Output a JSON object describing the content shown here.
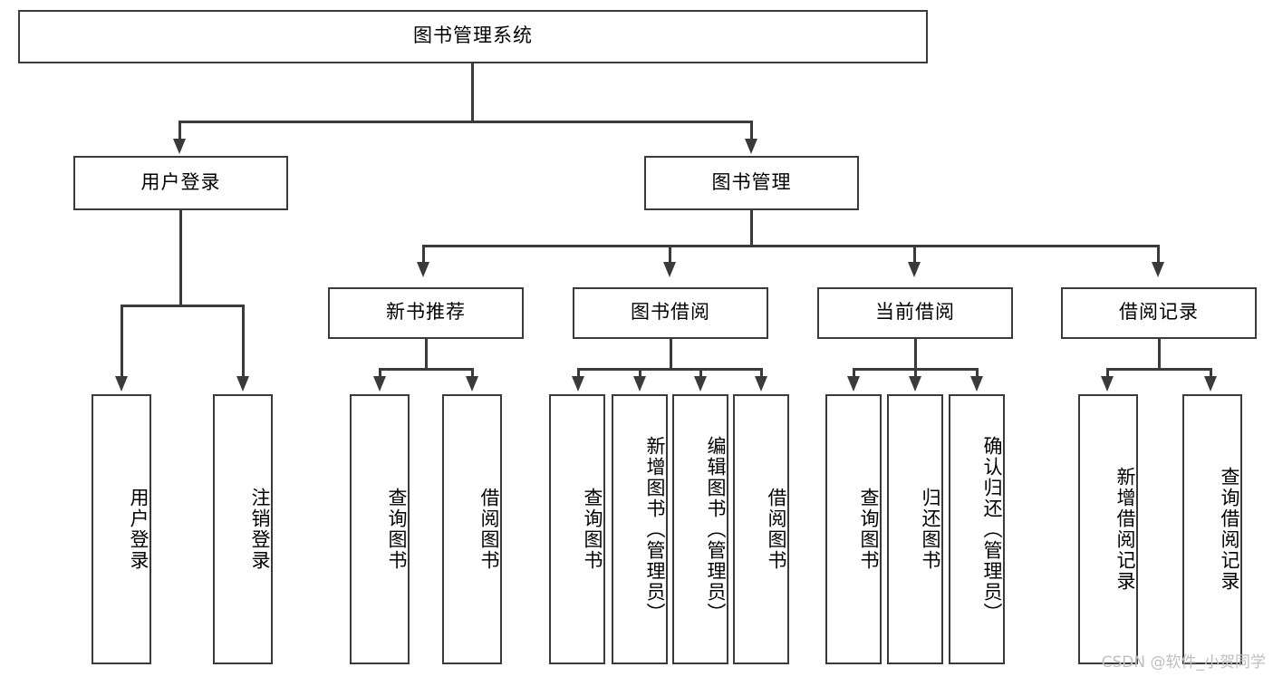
{
  "diagram": {
    "type": "tree",
    "title": "图书管理系统",
    "root": {
      "label": "图书管理系统"
    },
    "level1": [
      {
        "label": "用户登录"
      },
      {
        "label": "图书管理"
      }
    ],
    "level2": [
      {
        "label": "新书推荐"
      },
      {
        "label": "图书借阅"
      },
      {
        "label": "当前借阅"
      },
      {
        "label": "借阅记录"
      }
    ],
    "leaves": {
      "user_login": [
        {
          "label": "用户登录"
        },
        {
          "label": "注销登录"
        }
      ],
      "new_book_recommend": [
        {
          "label": "查询图书"
        },
        {
          "label": "借阅图书"
        }
      ],
      "book_borrow": [
        {
          "label": "查询图书"
        },
        {
          "label": "新增图书（管理员）"
        },
        {
          "label": "编辑图书（管理员）"
        },
        {
          "label": "借阅图书"
        }
      ],
      "current_borrow": [
        {
          "label": "查询图书"
        },
        {
          "label": "归还图书"
        },
        {
          "label": "确认归还（管理员）"
        }
      ],
      "borrow_record": [
        {
          "label": "新增借阅记录"
        },
        {
          "label": "查询借阅记录"
        }
      ]
    }
  },
  "watermark": {
    "text": "CSDN @软件_小贺同学"
  },
  "colors": {
    "stroke": "#3a3a3a",
    "background": "#ffffff",
    "text": "#000000",
    "watermark": "#bfbfbf"
  }
}
